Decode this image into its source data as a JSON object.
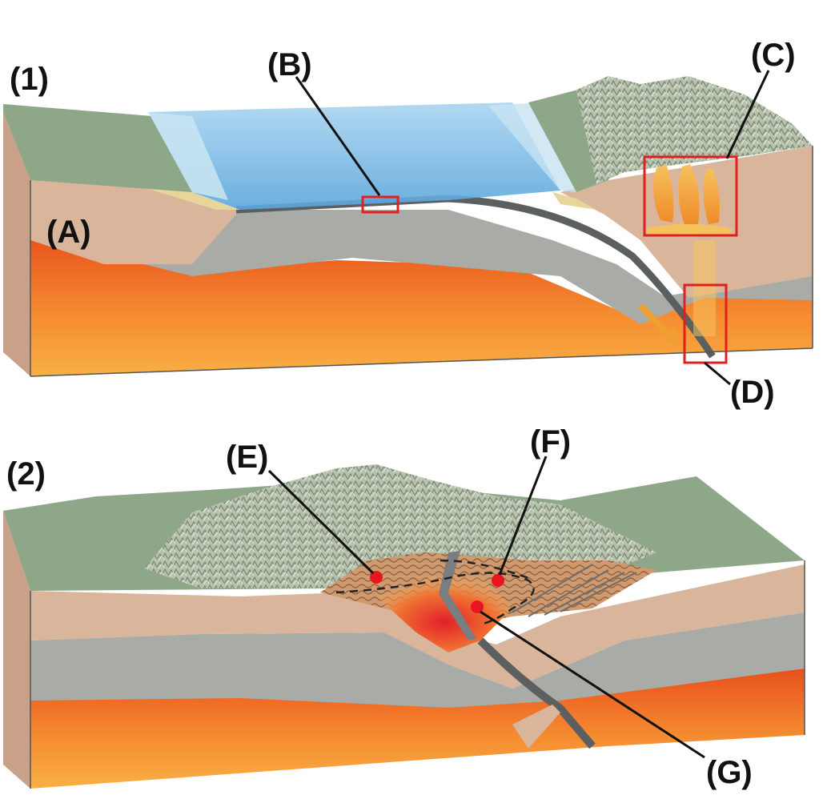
{
  "diagram_labels": {
    "panel_1": "(1)",
    "panel_2": "(2)",
    "a": "(A)",
    "b": "(B)",
    "c": "(C)",
    "d": "(D)",
    "e": "(E)",
    "f": "(F)",
    "g": "(G)"
  },
  "colors": {
    "continental_crust": "#d9b59c",
    "lithosphere": "#a8aba6",
    "asthenosphere": "#f07a2a",
    "ocean": "#6cb4e4",
    "land_surface": "#8ea789",
    "mountain": "#b9c4b1",
    "sediment": "#e8d59a",
    "slab": "#5c5f60",
    "callout": "#e02020",
    "marker": "#e8141e"
  }
}
